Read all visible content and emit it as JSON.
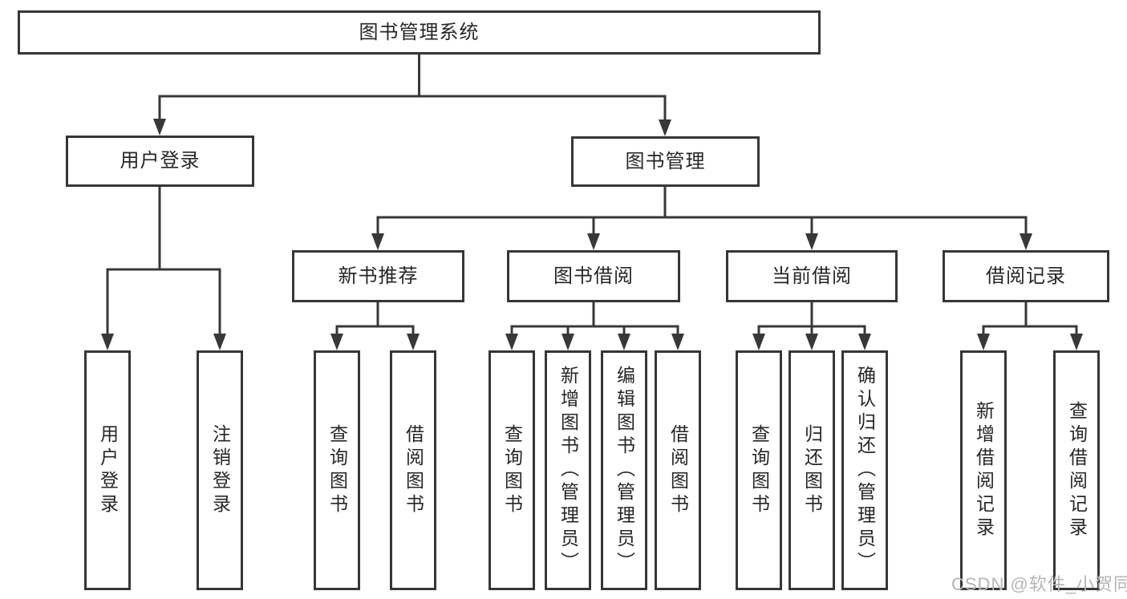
{
  "diagram": {
    "type": "hierarchy-tree",
    "nodes": {
      "root": "图书管理系统",
      "user_login": "用户登录",
      "book_mgmt": "图书管理",
      "new_book_rec": "新书推荐",
      "book_borrow": "图书借阅",
      "current_borrow": "当前借阅",
      "borrow_record": "借阅记录",
      "leaf_user_login": "用户登录",
      "leaf_logout": "注销登录",
      "leaf_nbr_query_books": "查询图书",
      "leaf_nbr_borrow_books": "借阅图书",
      "leaf_bb_query_books": "查询图书",
      "leaf_bb_add_books": "新增图书（管理员）",
      "leaf_bb_edit_books": "编辑图书（管理员）",
      "leaf_bb_borrow_books": "借阅图书",
      "leaf_cb_query_books": "查询图书",
      "leaf_cb_return_books": "归还图书",
      "leaf_cb_confirm_return": "确认归还（管理员）",
      "leaf_br_add_record": "新增借阅记录",
      "leaf_br_query_record": "查询借阅记录"
    },
    "edges": [
      [
        "root",
        "user_login"
      ],
      [
        "root",
        "book_mgmt"
      ],
      [
        "user_login",
        "leaf_user_login"
      ],
      [
        "user_login",
        "leaf_logout"
      ],
      [
        "book_mgmt",
        "new_book_rec"
      ],
      [
        "book_mgmt",
        "book_borrow"
      ],
      [
        "book_mgmt",
        "current_borrow"
      ],
      [
        "book_mgmt",
        "borrow_record"
      ],
      [
        "new_book_rec",
        "leaf_nbr_query_books"
      ],
      [
        "new_book_rec",
        "leaf_nbr_borrow_books"
      ],
      [
        "book_borrow",
        "leaf_bb_query_books"
      ],
      [
        "book_borrow",
        "leaf_bb_add_books"
      ],
      [
        "book_borrow",
        "leaf_bb_edit_books"
      ],
      [
        "book_borrow",
        "leaf_bb_borrow_books"
      ],
      [
        "current_borrow",
        "leaf_cb_query_books"
      ],
      [
        "current_borrow",
        "leaf_cb_return_books"
      ],
      [
        "current_borrow",
        "leaf_cb_confirm_return"
      ],
      [
        "borrow_record",
        "leaf_br_add_record"
      ],
      [
        "borrow_record",
        "leaf_br_query_record"
      ]
    ],
    "colors": {
      "line": "#383838",
      "box_border": "#363636",
      "text": "#262626",
      "background": "#ffffff",
      "watermark": "#b5b5b5"
    }
  },
  "watermark": "CSDN @软件_小贺同学"
}
